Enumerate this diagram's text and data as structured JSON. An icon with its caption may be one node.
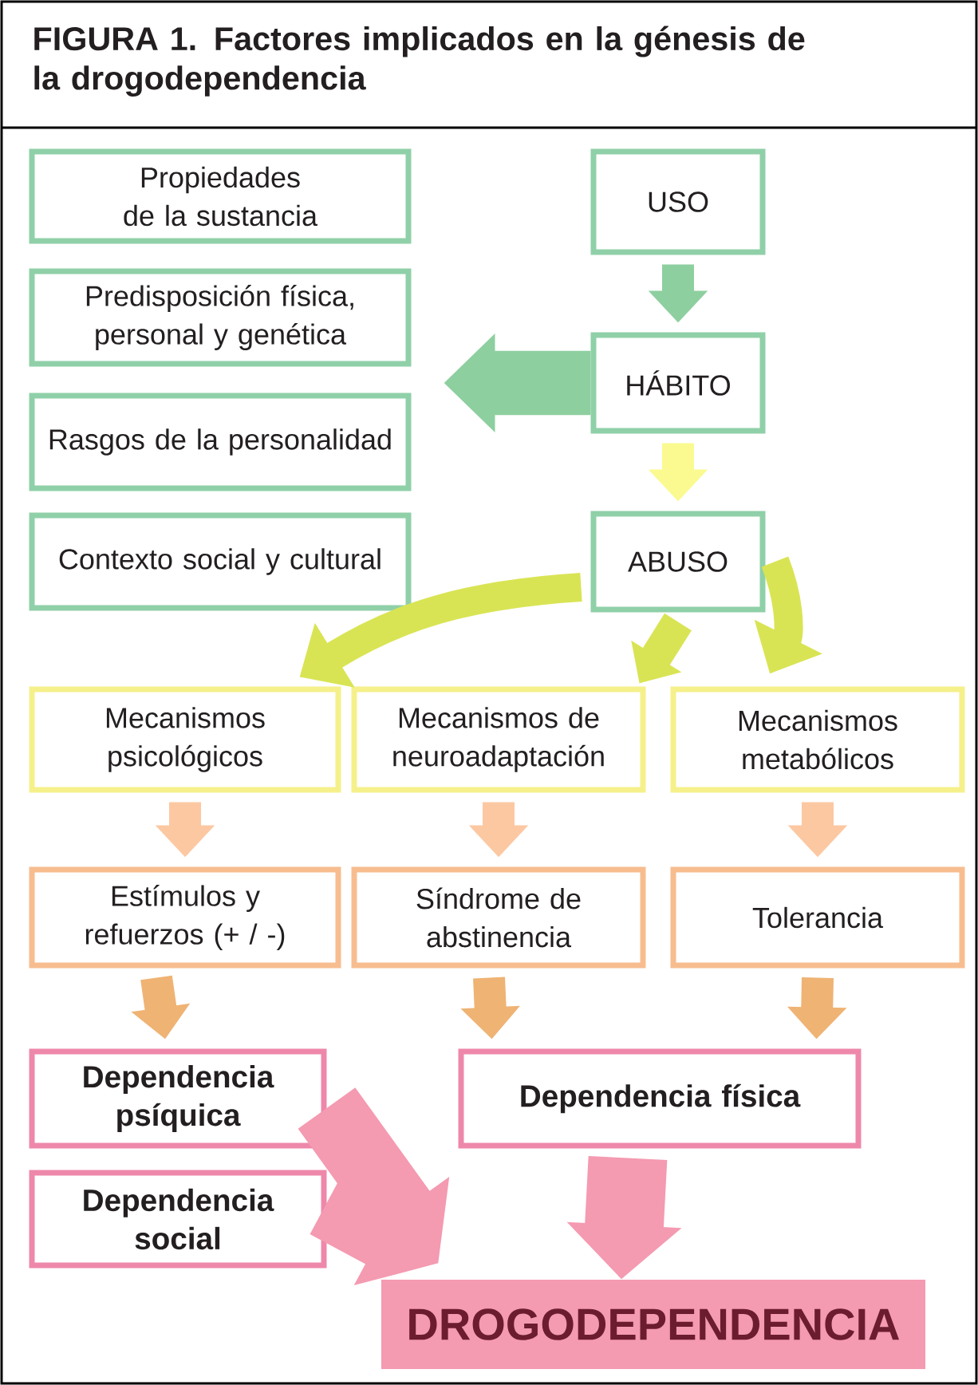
{
  "diagram": {
    "title": "FIGURA 1. Factores implicados en la génesis de la drogodependencia",
    "nodes": [
      {
        "text": [
          "Propiedades de la sustancia"
        ]
      },
      {
        "text": [
          "Predisposición física, personal y genética"
        ]
      },
      {
        "text": [
          "Rasgos de la personalidad"
        ]
      },
      {
        "text": [
          "Contexto social y cultural"
        ]
      },
      {
        "text": [
          "USO"
        ]
      },
      {
        "text": [
          "HÁBITO"
        ]
      },
      {
        "text": [
          "ABUSO"
        ]
      },
      {
        "text": [
          "Mecanismos psicológicos"
        ]
      },
      {
        "text": [
          "Mecanismos de neuroadaptación"
        ]
      },
      {
        "text": [
          "Mecanismos metabólicos"
        ]
      },
      {
        "text": [
          "Estímulos y refuerzos (+ / -)"
        ]
      },
      {
        "text": [
          "Síndrome de abstinencia"
        ]
      },
      {
        "text": [
          "Tolerancia"
        ]
      },
      {
        "text": [
          "Dependencia psíquica"
        ]
      },
      {
        "text": [
          "Dependencia social"
        ]
      },
      {
        "text": [
          "Dependencia física"
        ]
      },
      {
        "text": [
          "DROGODEPENDENCIA"
        ]
      }
    ],
    "edges": [
      {
        "from": 4,
        "to": 5,
        "arrow": "to",
        "color": "#8ecfa0"
      },
      {
        "from": 5,
        "to": null,
        "arrow": "to",
        "style": "thick",
        "color": "#8ecfa0"
      },
      {
        "from": 5,
        "to": 6,
        "arrow": "to",
        "color": "#fafa90"
      },
      {
        "from": 6,
        "to": 7,
        "arrow": "to",
        "color": "#d9e454"
      },
      {
        "from": 6,
        "to": 8,
        "arrow": "to",
        "color": "#d9e454"
      },
      {
        "from": 6,
        "to": 9,
        "arrow": "to",
        "color": "#d9e454"
      },
      {
        "from": 7,
        "to": 10,
        "arrow": "to",
        "color": "#fcc8a2"
      },
      {
        "from": 8,
        "to": 11,
        "arrow": "to",
        "color": "#fcc8a2"
      },
      {
        "from": 9,
        "to": 12,
        "arrow": "to",
        "color": "#fcc8a2"
      },
      {
        "from": 10,
        "to": 13,
        "arrow": "to",
        "color": "#efb374"
      },
      {
        "from": 11,
        "to": 15,
        "arrow": "to",
        "color": "#efb374"
      },
      {
        "from": 12,
        "to": 15,
        "arrow": "to",
        "color": "#efb374"
      },
      {
        "from": 13,
        "to": 16,
        "arrow": "to",
        "style": "thick",
        "color": "#f49ab1"
      },
      {
        "from": 14,
        "to": 16,
        "arrow": "to",
        "style": "thick",
        "color": "#f49ab1"
      },
      {
        "from": 15,
        "to": 16,
        "arrow": "to",
        "style": "thick",
        "color": "#f49ab1"
      }
    ]
  }
}
